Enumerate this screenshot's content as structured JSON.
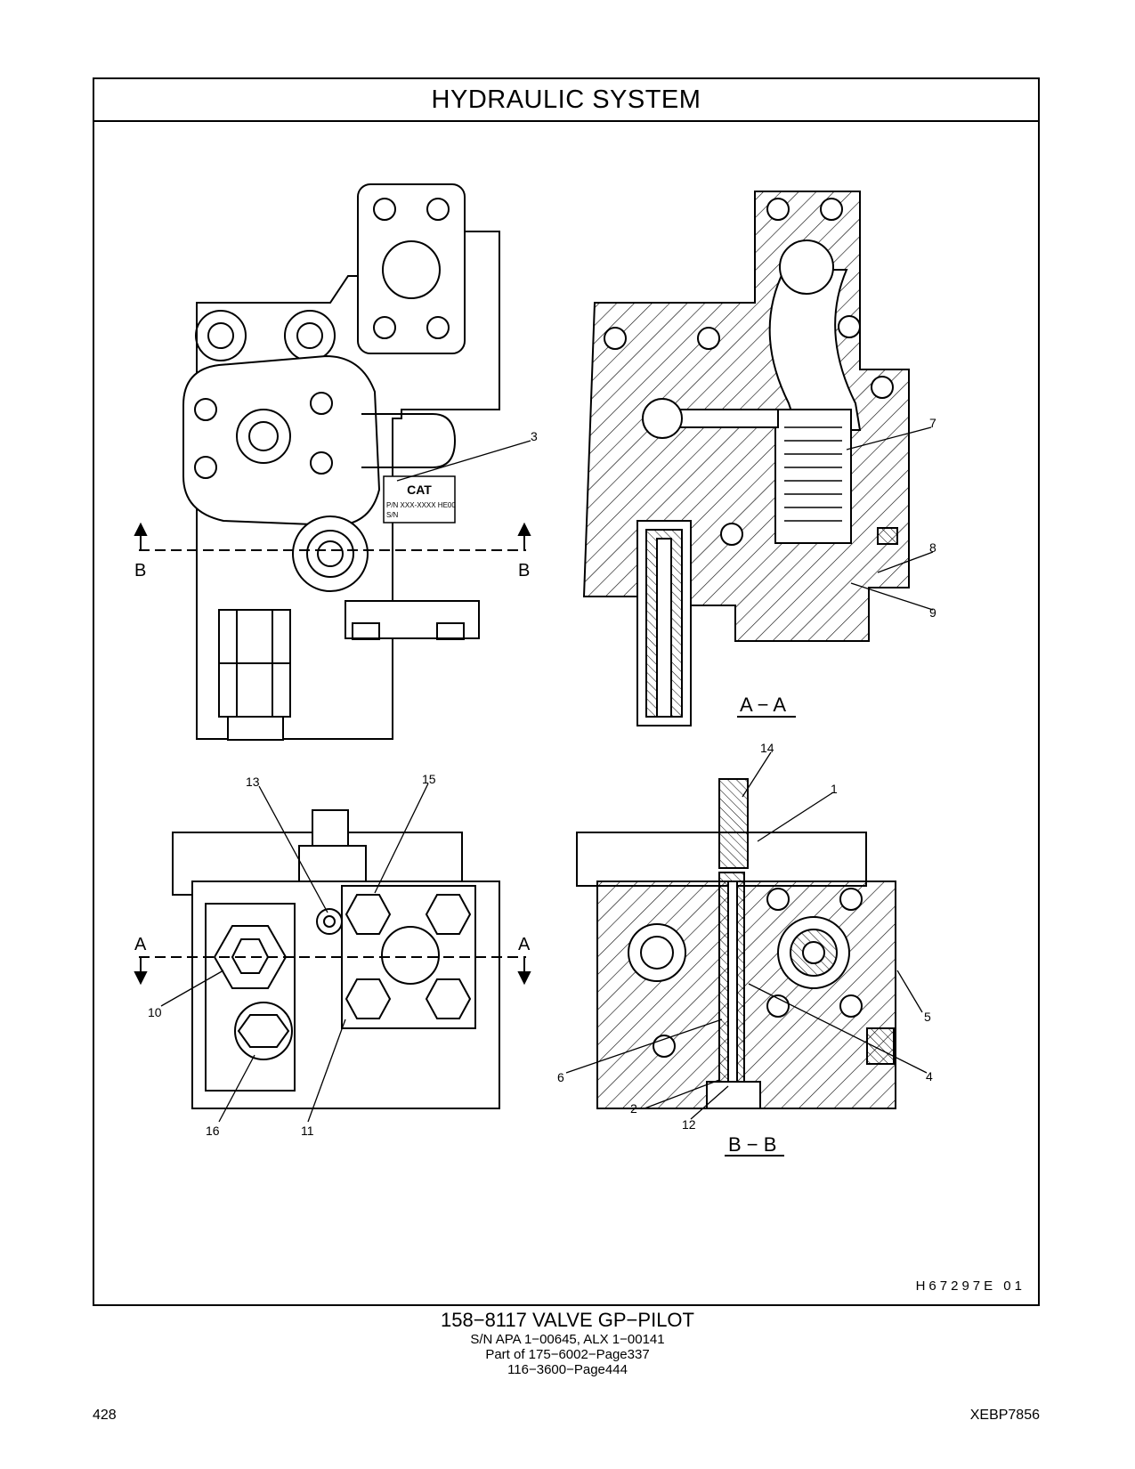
{
  "header": {
    "title": "HYDRAULIC   SYSTEM"
  },
  "figure": {
    "code": "H67297E   01",
    "section_labels": {
      "a": "A",
      "b": "B",
      "aa": "A − A",
      "bb": "B − B"
    },
    "callouts": [
      "1",
      "2",
      "3",
      "4",
      "5",
      "6",
      "7",
      "8",
      "9",
      "10",
      "11",
      "12",
      "13",
      "14",
      "15",
      "16"
    ],
    "plate_text": {
      "logo": "CAT",
      "pn": "P/N  XXX-XXXX HE00",
      "sn": "S/N"
    }
  },
  "caption": {
    "title": "158−8117   VALVE  GP−PILOT",
    "serial": "S/N APA 1−00645, ALX 1−00141",
    "part_of": "Part of 175−6002−Page337",
    "ref": "116−3600−Page444"
  },
  "footer": {
    "page_number": "428",
    "doc_id": "XEBP7856"
  }
}
